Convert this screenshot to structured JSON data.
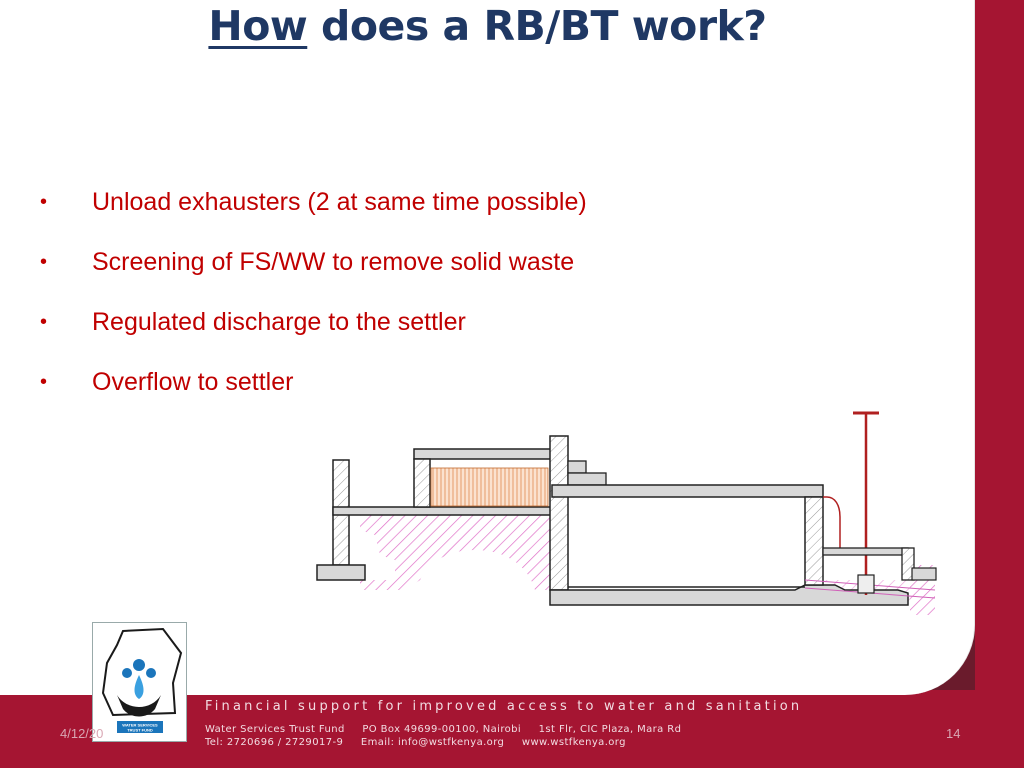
{
  "slide": {
    "title_prefix": "How",
    "title_rest": " does a RB/BT work?",
    "bullets": [
      "Unload exhausters (2 at same time possible)",
      "Screening of FS/WW to remove solid waste",
      "Regulated discharge to the settler",
      "Overflow to settler"
    ],
    "bullet_symbol": "•"
  },
  "footer": {
    "tagline": "Financial support for improved access to water and sanitation",
    "line1": [
      "Water Services Trust Fund",
      "PO Box 49699-00100, Nairobi",
      "1st Flr, CIC Plaza, Mara Rd"
    ],
    "line2": [
      "Tel: 2720696 / 2729017-9",
      "Email: info@wstfkenya.org",
      "www.wstfkenya.org"
    ],
    "date": "4/12/20",
    "page_number": "14"
  },
  "logo": {
    "text": "WATER SERVICES TRUST FUND"
  },
  "colors": {
    "title": "#1f3864",
    "bullet_text": "#c00000",
    "brand_red": "#a51532"
  }
}
